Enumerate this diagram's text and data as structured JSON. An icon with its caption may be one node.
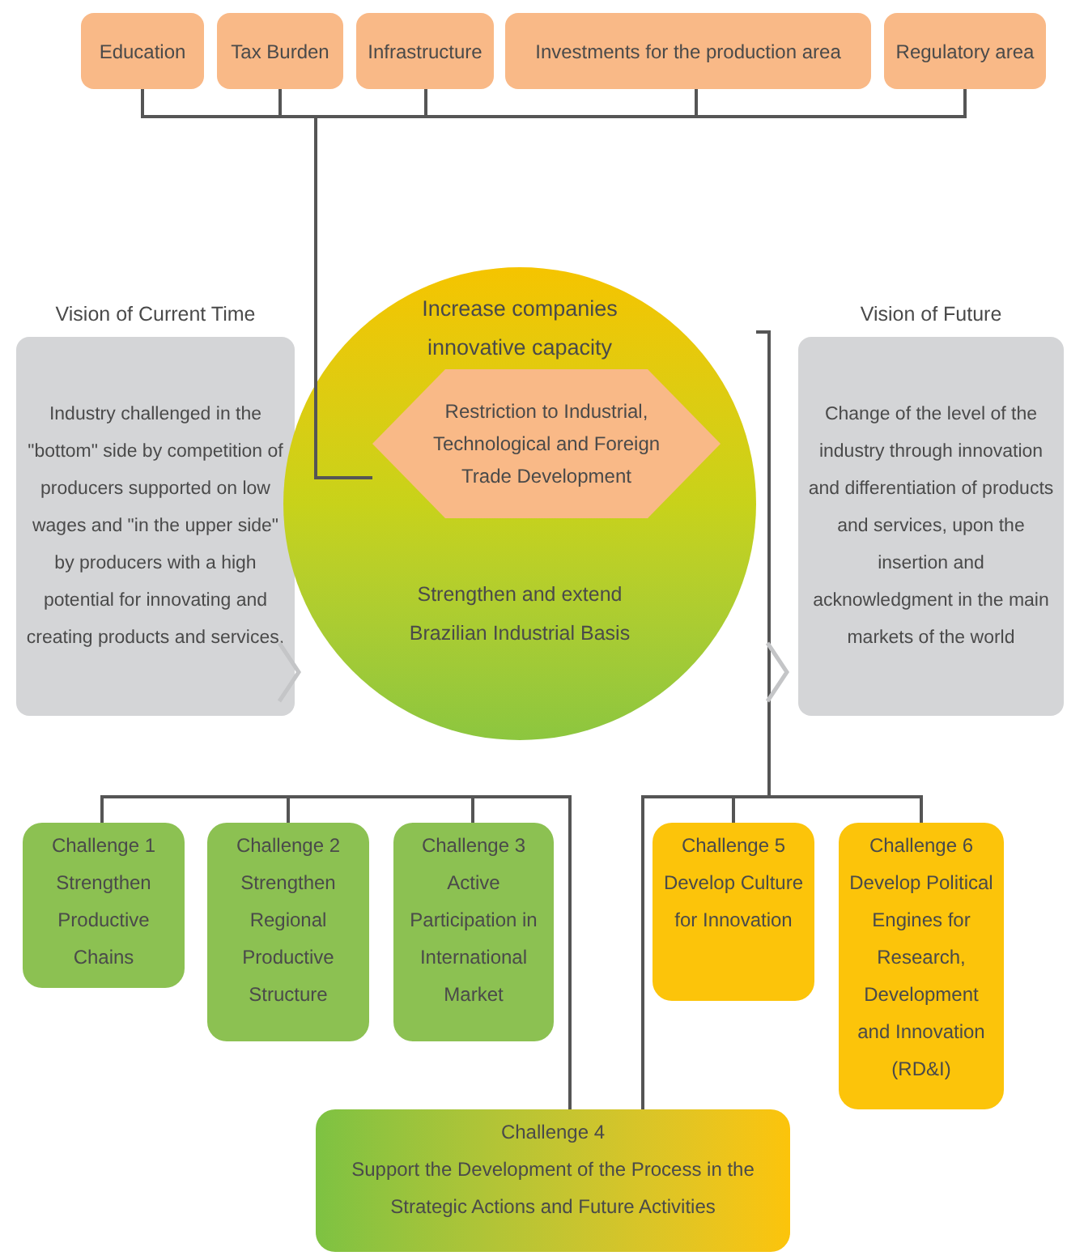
{
  "diagram": {
    "nodes": [
      {
        "text": [
          "Education"
        ]
      },
      {
        "text": [
          "Tax Burden"
        ]
      },
      {
        "text": [
          "Infrastructure"
        ]
      },
      {
        "text": [
          "Investments for the production area"
        ]
      },
      {
        "text": [
          "Regulatory area"
        ]
      },
      {
        "text": [
          "Vision of Current Time",
          "Industry challenged in the \"bottom\" side by competition of producers supported on low wages and \"in the upper side\" by producers with a high potential for innovating and creating products and services."
        ]
      },
      {
        "text": [
          "Increase companies innovative capacity",
          "Strengthen and extend Brazilian Industrial Basis"
        ]
      },
      {
        "text": [
          "Restriction to Industrial, Technological and Foreign Trade Development"
        ],
        "in": 6
      },
      {
        "text": [
          "Vision of Future",
          "Change of the level of the industry through innovation and differentiation of products and services, upon the insertion and acknowledgment in the main markets of the world"
        ]
      },
      {
        "text": [
          "Challenge 1",
          "Strengthen Productive Chains"
        ]
      },
      {
        "text": [
          "Challenge 2",
          "Strengthen Regional Productive Structure"
        ]
      },
      {
        "text": [
          "Challenge 3",
          "Active Participation in International Market"
        ]
      },
      {
        "text": [
          "Challenge 4",
          "Support the Development of the Process in the Strategic Actions and Future Activities"
        ]
      },
      {
        "text": [
          "Challenge 5",
          "Develop Culture for Innovation"
        ]
      },
      {
        "text": [
          "Challenge 6",
          "Develop Political Engines for Research, Development and Innovation (RD&I)"
        ]
      }
    ],
    "edges": [
      {
        "from": 0,
        "to": 7,
        "arrow": "none"
      },
      {
        "from": 1,
        "to": 7,
        "arrow": "none"
      },
      {
        "from": 2,
        "to": 7,
        "arrow": "none"
      },
      {
        "from": 3,
        "to": 7,
        "arrow": "none"
      },
      {
        "from": 4,
        "to": 7,
        "arrow": "none"
      },
      {
        "from": 6,
        "to": 13,
        "arrow": "none"
      },
      {
        "from": 6,
        "to": 14,
        "arrow": "none"
      },
      {
        "from": 6,
        "to": 12,
        "arrow": "none"
      },
      {
        "from": 9,
        "to": 12,
        "arrow": "none"
      },
      {
        "from": 10,
        "to": 12,
        "arrow": "none"
      },
      {
        "from": 11,
        "to": 12,
        "arrow": "none"
      },
      {
        "from": 5,
        "to": 6,
        "arrow": "to",
        "color": "#c4c5c7"
      },
      {
        "from": 6,
        "to": 8,
        "arrow": "to",
        "color": "#c4c5c7"
      }
    ]
  }
}
